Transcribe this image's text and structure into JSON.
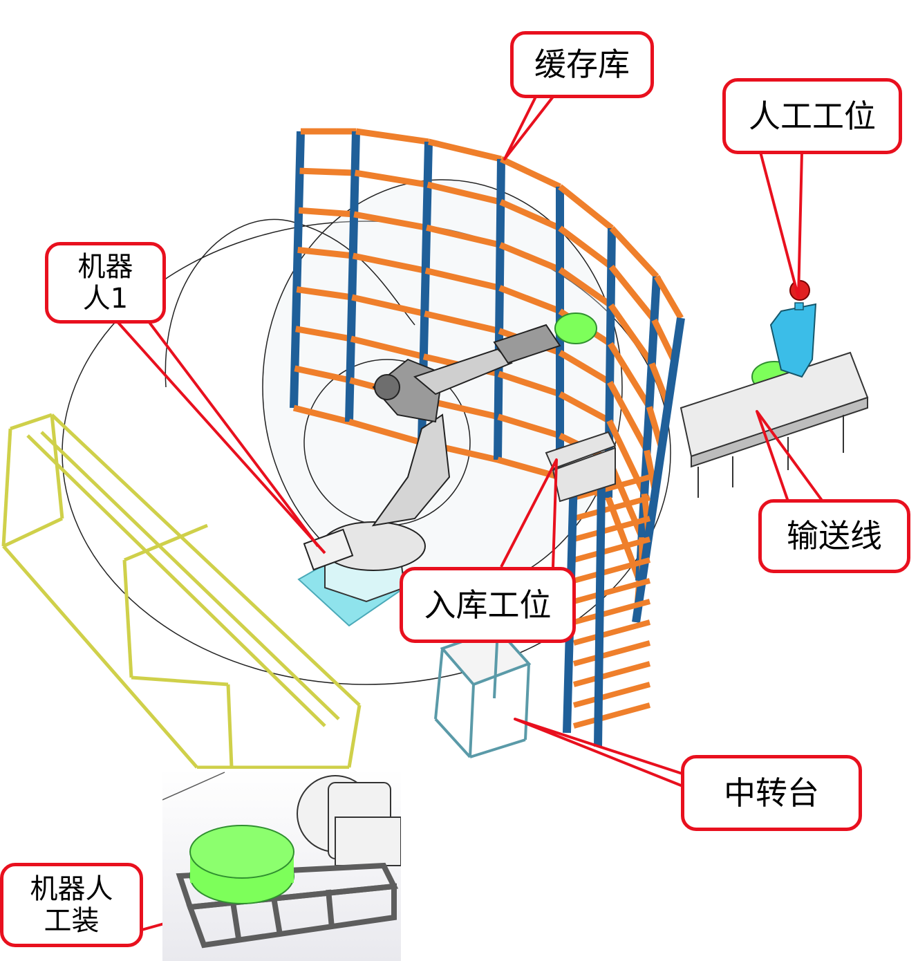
{
  "callouts": {
    "buffer_storage": "缓存库",
    "manual_station": "人工工位",
    "robot_1": "机器\n人1",
    "conveyor": "输送线",
    "inbound_station": "入库工位",
    "transfer_table": "中转台",
    "robot_fixture": "机器人\n工装"
  },
  "colors": {
    "callout_border": "#e8101e",
    "leader_line": "#e8101e",
    "rack_frame": "#1f5f99",
    "rack_beam": "#ef7f2b",
    "material_disc": "#7dff5a",
    "worker": "#3bbde8",
    "worker_helmet": "#e02020",
    "fixture_frame": "#cfd04a",
    "robot_base_plate": "#8fe3ec",
    "transfer_table_frame": "#5a9aa8"
  },
  "icons": [
    "robot-arm-icon",
    "worker-icon",
    "material-disc-icon"
  ]
}
